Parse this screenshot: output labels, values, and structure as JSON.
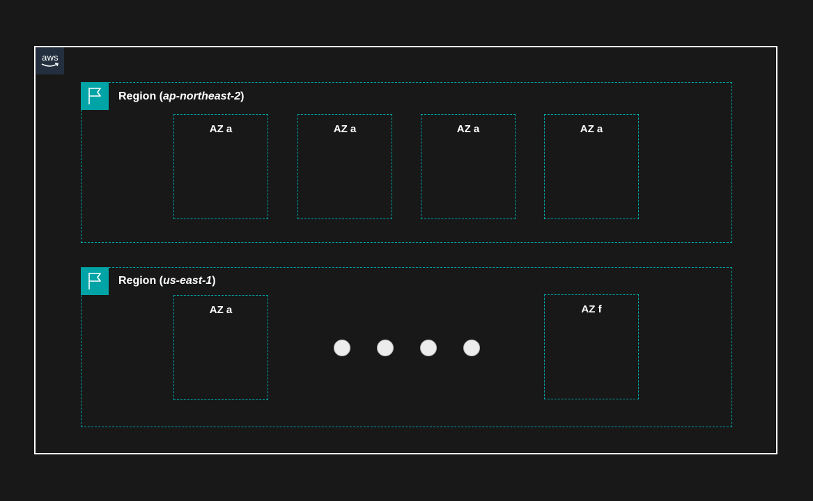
{
  "logo": {
    "text": "aws"
  },
  "regions": [
    {
      "label": "Region",
      "code": "ap-northeast-2",
      "azs": [
        "AZ a",
        "AZ a",
        "AZ a",
        "AZ a"
      ]
    },
    {
      "label": "Region",
      "code": "us-east-1",
      "azs": [
        "AZ a",
        "AZ f"
      ]
    }
  ],
  "colors": {
    "background": "#181818",
    "cloud_border": "#ffffff",
    "region_accent": "#00a4a6",
    "logo_bg": "#232f3e",
    "ellipsis_dot": "#ececec"
  },
  "icons": [
    "aws-logo-icon",
    "region-flag-icon",
    "ellipsis-dot-icon"
  ]
}
